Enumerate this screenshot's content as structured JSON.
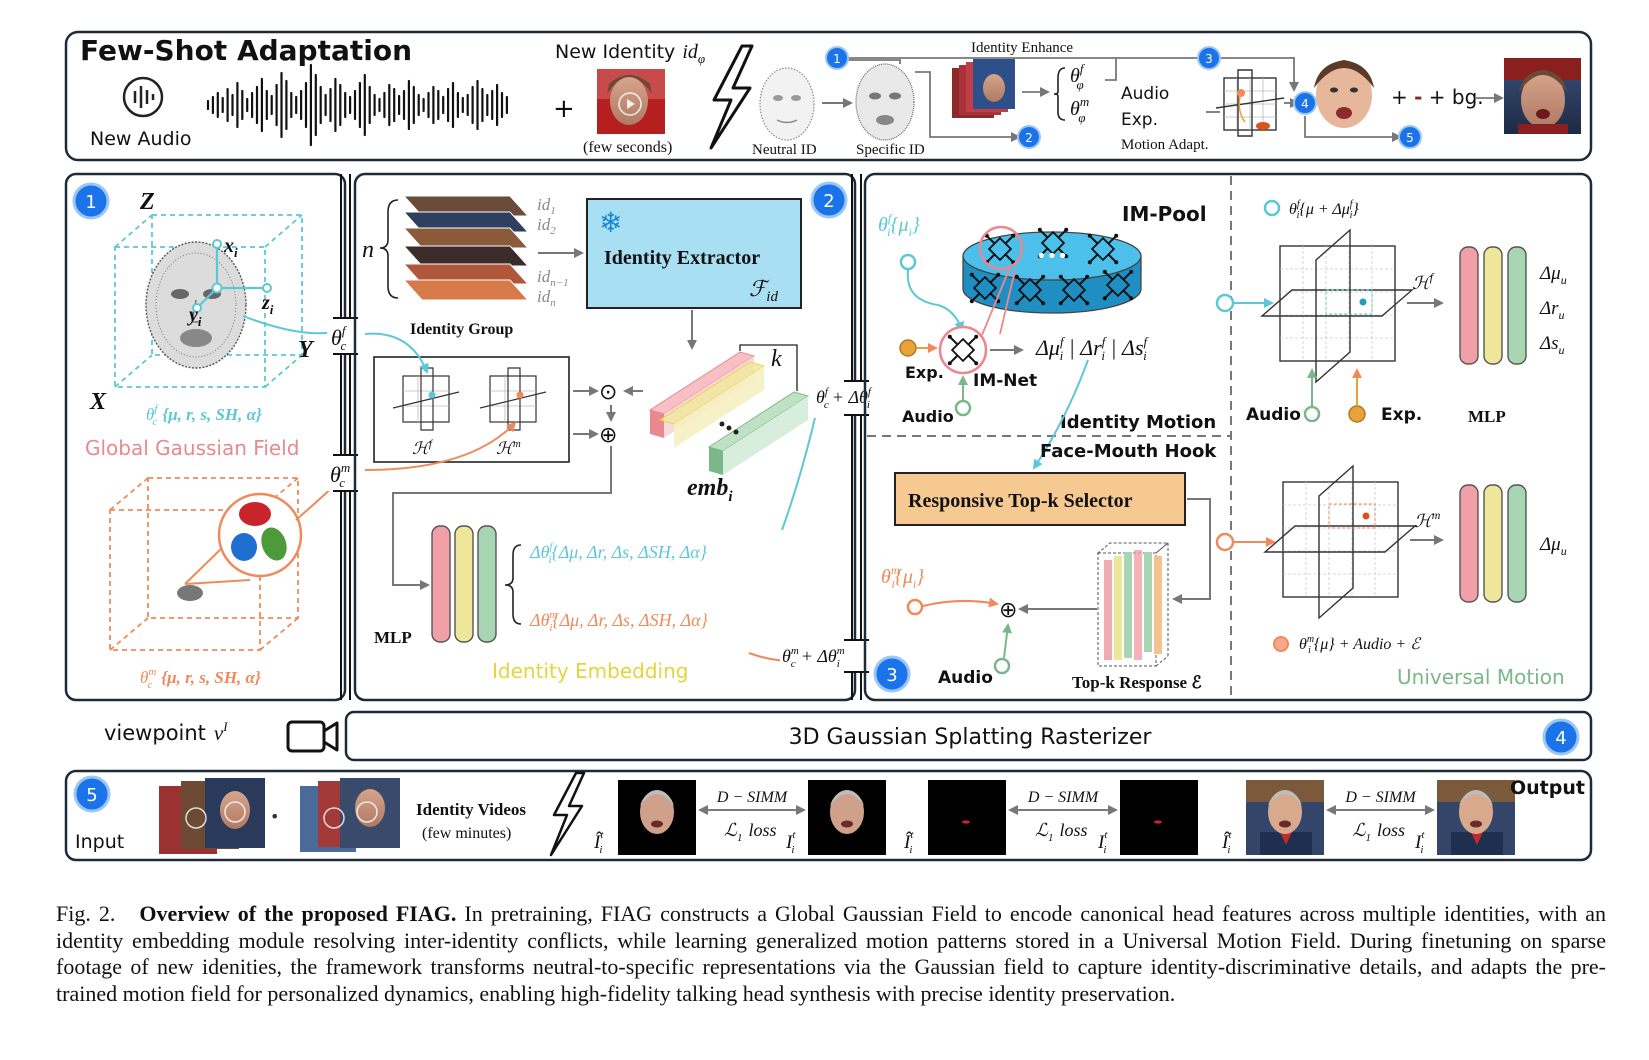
{
  "top": {
    "title": "Few-Shot Adaptation",
    "new_audio": "New Audio",
    "new_identity": "New Identity",
    "new_identity_sym": "id",
    "new_identity_sub": "φ",
    "few_seconds": "(few seconds)",
    "neutral_id": "Neutral ID",
    "specific_id": "Specific ID",
    "identity_enhance": "Identity Enhance",
    "audio": "Audio",
    "exp": "Exp.",
    "motion_adapt": "Motion Adapt.",
    "bg": "+ bg.",
    "plus": "+",
    "theta": "θ",
    "sup_f": "f",
    "sup_m": "m",
    "sub_phi": "φ",
    "badges": [
      "1",
      "2",
      "3",
      "4",
      "5"
    ]
  },
  "panel1": {
    "badge": "1",
    "axis_z": "Z",
    "axis_x": "X",
    "axis_y": "Y",
    "xi": "x",
    "yi": "y",
    "zi": "z",
    "sub_i": "i",
    "field_f": "θ",
    "field_f_sup": "f",
    "field_f_sub": "c",
    "field_f_params": "{μ, r, s, SH, α}",
    "label": "Global Gaussian Field",
    "field_m_params": "{μ, r, s, SH, α}",
    "field_m_sup": "m"
  },
  "panel2": {
    "badge": "2",
    "n": "n",
    "ids": [
      "id",
      "id",
      "id",
      "id"
    ],
    "ids_sub": [
      "1",
      "2",
      "n−1",
      "n"
    ],
    "identity_group": "Identity Group",
    "extractor": "Identity Extractor",
    "extractor_sym": "ℱ",
    "extractor_sub": "id",
    "k": "k",
    "emb": "emb",
    "emb_sub": "i",
    "hf": "ℋ",
    "hf_sup": "f",
    "hm_sup": "m",
    "odot": "⊙",
    "oplus": "⊕",
    "mlp": "MLP",
    "delta_f": "{Δμ, Δr, Δs, ΔSH, Δα}",
    "delta_m": "{Δμ, Δr, Δs, ΔSH, Δα}",
    "delta_prefix": "Δθ",
    "label": "Identity Embedding"
  },
  "rails": {
    "theta_cf": "θ",
    "theta_cm": "θ",
    "sum_f": "+ Δθ",
    "sum_m": "+ Δθ"
  },
  "panel3": {
    "badge": "3",
    "theta_mu_f": "{μ",
    "im_pool": "IM-Pool",
    "exp": "Exp.",
    "im_net": "IM-Net",
    "audio": "Audio",
    "delta_out": "Δμ | Δr | Δs",
    "identity_motion": "Identity Motion",
    "face_mouth_hook": "Face-Mouth Hook",
    "topk_selector": "Responsive Top-k Selector",
    "theta_mu_m": "{μ",
    "topk_response": "Top-k Response ℰ",
    "universal_f_label": "{μ + Δμ",
    "exp2": "Exp.",
    "mlp": "MLP",
    "outputs_f": [
      "Δμ",
      "Δr",
      "Δs"
    ],
    "outputs_sub": "u",
    "output_m": "Δμ",
    "universal_m_label": "{μ} + Audio + ℰ",
    "universal_label": "Universal Motion"
  },
  "row4": {
    "viewpoint": "viewpoint",
    "viewpoint_sym": "v",
    "rasterizer": "3D Gaussian Splatting Rasterizer",
    "badge": "4"
  },
  "row5": {
    "badge": "5",
    "input": "Input",
    "identity_videos": "Identity Videos",
    "few_minutes": "(few minutes)",
    "simm": "D − SIMM",
    "loss": "ℒ",
    "loss_word": "loss",
    "i_hat": "Î",
    "i_true": "I",
    "output": "Output"
  },
  "caption": {
    "fig": "Fig. 2.",
    "bold": "Overview of the proposed FIAG.",
    "text": "In pretraining, FIAG constructs a Global Gaussian Field to encode canonical head features across multiple identities, with an identity embedding module resolving inter-identity conflicts, while learning generalized motion patterns stored in a Universal Motion Field. During finetuning on sparse footage of new idenities, the framework transforms neutral-to-specific representations via the Gaussian field to capture identity-discriminative details, and adapts the pre-trained motion field for personalized dynamics, enabling high-fidelity talking head synthesis with precise identity preservation."
  },
  "colors": {
    "frame": "#1c2a3a",
    "cyan": "#5cc8d6",
    "orange": "#ef8a5a",
    "pink": "#e9888f",
    "yellow": "#e6d43a",
    "green": "#7ab88a",
    "blue_badge": "#1a73e8",
    "extractor_fill": "#a9dff2",
    "selector_fill": "#f6c892"
  }
}
